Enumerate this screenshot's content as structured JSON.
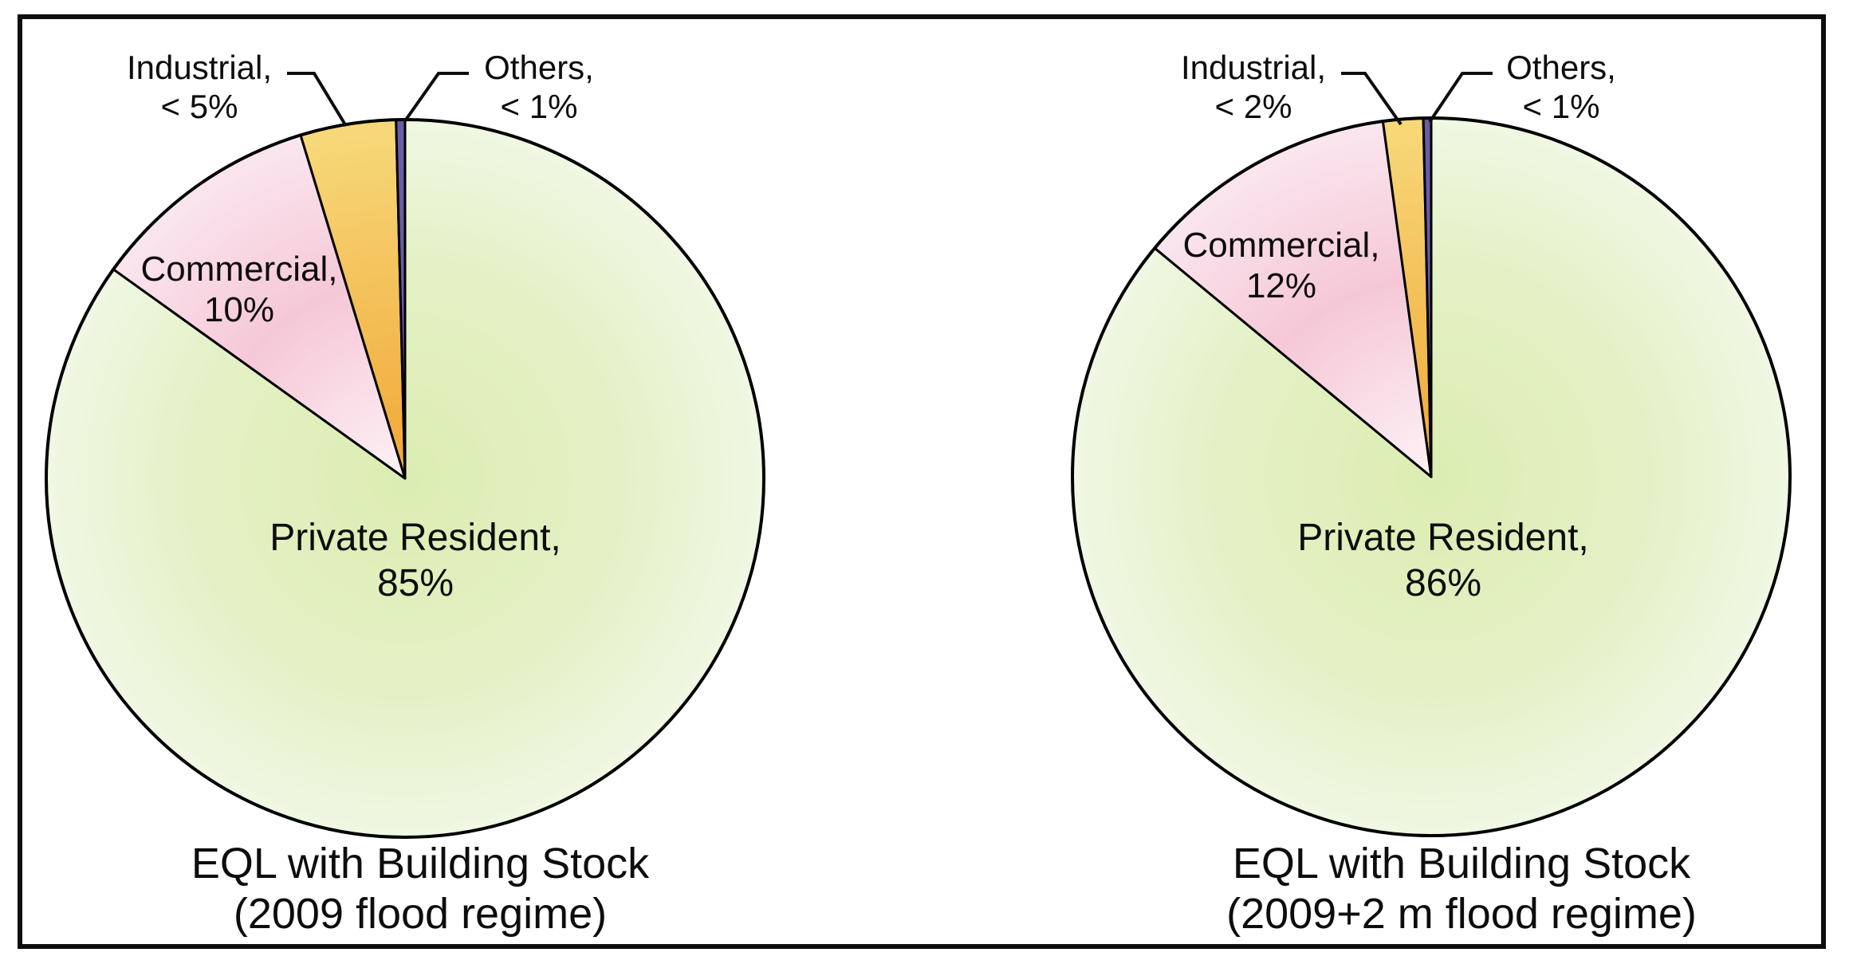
{
  "figure": {
    "background_color": "#ffffff",
    "frame_border_color": "#0d0d0d"
  },
  "chart_data": [
    {
      "type": "pie",
      "title": "EQL with Building Stock",
      "subtitle": "(2009 flood regime)",
      "legend_position": "none",
      "labels_on_chart": true,
      "slices": [
        {
          "name": "Private Resident",
          "value_pct": 84.9,
          "value_label": "85%",
          "label_line1": "Private Resident,",
          "label_line2": "85%",
          "label_placement": "inside",
          "gradient": [
            [
              "0%",
              "#dcedb2"
            ],
            [
              "60%",
              "#e4f1c6"
            ],
            [
              "100%",
              "#f0f7e3"
            ]
          ]
        },
        {
          "name": "Commercial",
          "value_pct": 10.4,
          "value_label": "10%",
          "label_line1": "Commercial,",
          "label_line2": "10%",
          "label_placement": "inside",
          "gradient": [
            [
              "0%",
              "#fdf2f6"
            ],
            [
              "55%",
              "#f6c8d7"
            ],
            [
              "100%",
              "#fae6ef"
            ]
          ]
        },
        {
          "name": "Industrial",
          "value_pct": 4.3,
          "value_label": "< 5%",
          "label_line1": "Industrial,",
          "label_line2": "< 5%",
          "label_placement": "callout",
          "gradient": [
            [
              "0%",
              "#f1a737"
            ],
            [
              "100%",
              "#f7d97a"
            ]
          ]
        },
        {
          "name": "Others",
          "value_pct": 0.4,
          "value_label": "< 1%",
          "label_line1": "Others,",
          "label_line2": "< 1%",
          "label_placement": "callout",
          "gradient": [
            [
              "0%",
              "#6a5ca4"
            ],
            [
              "100%",
              "#6a5ca4"
            ]
          ]
        }
      ],
      "outline_color": "#000000"
    },
    {
      "type": "pie",
      "title": "EQL with Building Stock",
      "subtitle": "(2009+2 m flood regime)",
      "legend_position": "none",
      "labels_on_chart": true,
      "slices": [
        {
          "name": "Private Resident",
          "value_pct": 86.0,
          "value_label": "86%",
          "label_line1": "Private Resident,",
          "label_line2": "86%",
          "label_placement": "inside",
          "gradient": [
            [
              "0%",
              "#dcedb2"
            ],
            [
              "60%",
              "#e4f1c6"
            ],
            [
              "100%",
              "#f0f7e3"
            ]
          ]
        },
        {
          "name": "Commercial",
          "value_pct": 11.85,
          "value_label": "12%",
          "label_line1": "Commercial,",
          "label_line2": "12%",
          "label_placement": "inside",
          "gradient": [
            [
              "0%",
              "#fdf2f6"
            ],
            [
              "55%",
              "#f6c8d7"
            ],
            [
              "100%",
              "#fae6ef"
            ]
          ]
        },
        {
          "name": "Industrial",
          "value_pct": 1.8,
          "value_label": "< 2%",
          "label_line1": "Industrial,",
          "label_line2": "< 2%",
          "label_placement": "callout",
          "gradient": [
            [
              "0%",
              "#f1a737"
            ],
            [
              "100%",
              "#f7d97a"
            ]
          ]
        },
        {
          "name": "Others",
          "value_pct": 0.35,
          "value_label": "< 1%",
          "label_line1": "Others,",
          "label_line2": "< 1%",
          "label_placement": "callout",
          "gradient": [
            [
              "0%",
              "#6a5ca4"
            ],
            [
              "100%",
              "#6a5ca4"
            ]
          ]
        }
      ],
      "outline_color": "#000000"
    }
  ]
}
